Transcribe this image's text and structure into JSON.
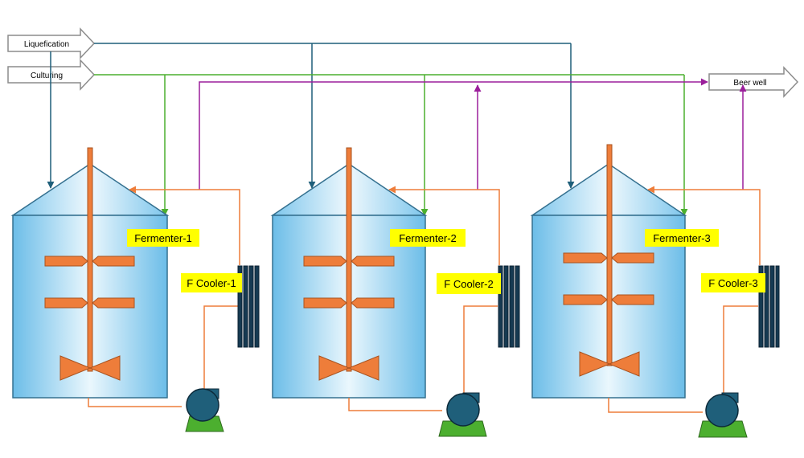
{
  "streams": {
    "liquefication": "Liquefication",
    "culturing": "Culturing",
    "beer_well": "Beer well"
  },
  "fermenters": [
    {
      "label": "Fermenter-1",
      "cooler_label": "F Cooler-1"
    },
    {
      "label": "Fermenter-2",
      "cooler_label": "F Cooler-2"
    },
    {
      "label": "Fermenter-3",
      "cooler_label": "F Cooler-3"
    }
  ],
  "colors": {
    "liquefication_line": "#1f5f7a",
    "culturing_line": "#4caf2f",
    "beer_line": "#9b1f9b",
    "cooling_loop": "#ee7d3a",
    "agitator": "#ee7d3a",
    "pump_body": "#1f5f7a",
    "pump_base": "#4caf2f",
    "cooler": "#163a52",
    "label_bg": "#ffff00",
    "tank_edge": "#34708f",
    "tank_light": "#e9f6fd",
    "tank_dark": "#6cbde8"
  },
  "icons": {
    "pump": "pump-icon",
    "cooler": "heat-exchanger-icon",
    "impeller": "impeller-icon",
    "arrow": "flow-arrow-icon"
  }
}
